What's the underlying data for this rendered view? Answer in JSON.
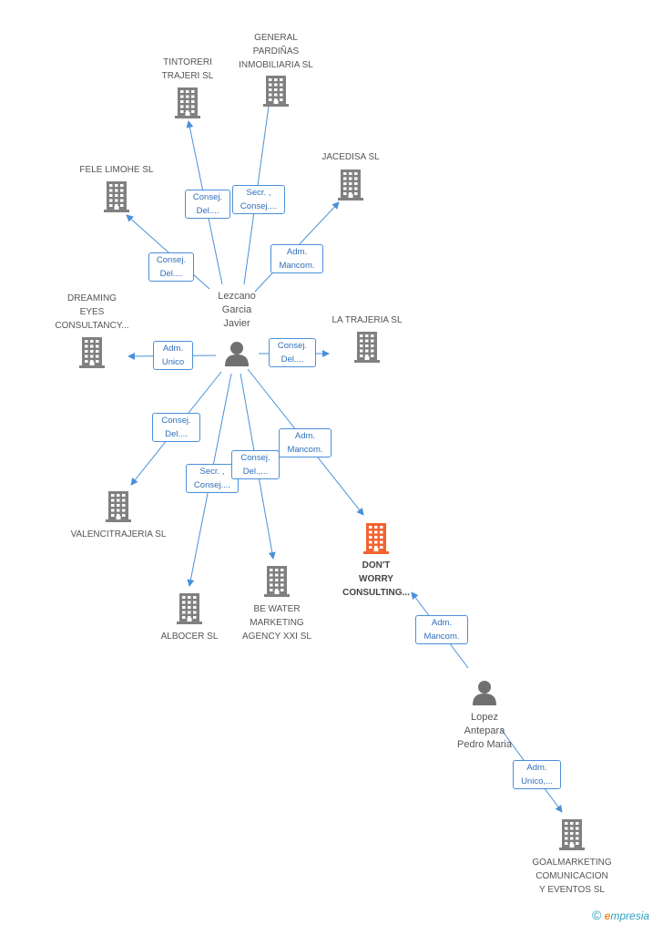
{
  "persons": [
    {
      "id": "lezcano",
      "label": "Lezcano\nGarcia\nJavier"
    },
    {
      "id": "lopez",
      "label": "Lopez\nAntepara\nPedro Maria"
    }
  ],
  "companies": [
    {
      "id": "tintoreri",
      "label": "TINTORERI\nTRAJERI SL",
      "focus": false
    },
    {
      "id": "general",
      "label": "GENERAL\nPARDIÑAS\nINMOBILIARIA SL",
      "focus": false
    },
    {
      "id": "fele",
      "label": "FELE LIMOHE SL",
      "focus": false
    },
    {
      "id": "jacedisa",
      "label": "JACEDISA SL",
      "focus": false
    },
    {
      "id": "dreaming",
      "label": "DREAMING\nEYES\nCONSULTANCY...",
      "focus": false
    },
    {
      "id": "latrajeria",
      "label": "LA TRAJERIA SL",
      "focus": false
    },
    {
      "id": "valencitrajeria",
      "label": "VALENCITRAJERIA SL",
      "focus": false
    },
    {
      "id": "albocer",
      "label": "ALBOCER SL",
      "focus": false
    },
    {
      "id": "bewater",
      "label": "BE WATER\nMARKETING\nAGENCY XXI SL",
      "focus": false
    },
    {
      "id": "dontworry",
      "label": "DON'T\nWORRY\nCONSULTING...",
      "focus": true
    },
    {
      "id": "goalmarketing",
      "label": "GOALMARKETING\nCOMUNICACION\nY EVENTOS SL",
      "focus": false
    }
  ],
  "roles": [
    {
      "id": "r-tintoreri",
      "label": "Consej.\nDel...."
    },
    {
      "id": "r-general",
      "label": "Secr. ,\nConsej...."
    },
    {
      "id": "r-fele",
      "label": "Consej.\nDel...."
    },
    {
      "id": "r-jacedisa",
      "label": "Adm.\nMancom."
    },
    {
      "id": "r-dreaming",
      "label": "Adm.\nUnico"
    },
    {
      "id": "r-latrajeria",
      "label": "Consej.\nDel...."
    },
    {
      "id": "r-valencitrajeria",
      "label": "Consej.\nDel...."
    },
    {
      "id": "r-albocer",
      "label": "Secr. ,\nConsej...."
    },
    {
      "id": "r-bewater",
      "label": "Consej.\nDel.,..."
    },
    {
      "id": "r-dontworry",
      "label": "Adm.\nMancom."
    },
    {
      "id": "r-lopez-dontworry",
      "label": "Adm.\nMancom."
    },
    {
      "id": "r-goalmarketing",
      "label": "Adm.\nUnico,..."
    }
  ],
  "colors": {
    "edge": "#4a90d9",
    "building": "#808080",
    "focus_building": "#f26430",
    "person": "#707070"
  },
  "footer": {
    "copyright": "©",
    "brand_e": "e",
    "brand_rest": "mpresia"
  }
}
